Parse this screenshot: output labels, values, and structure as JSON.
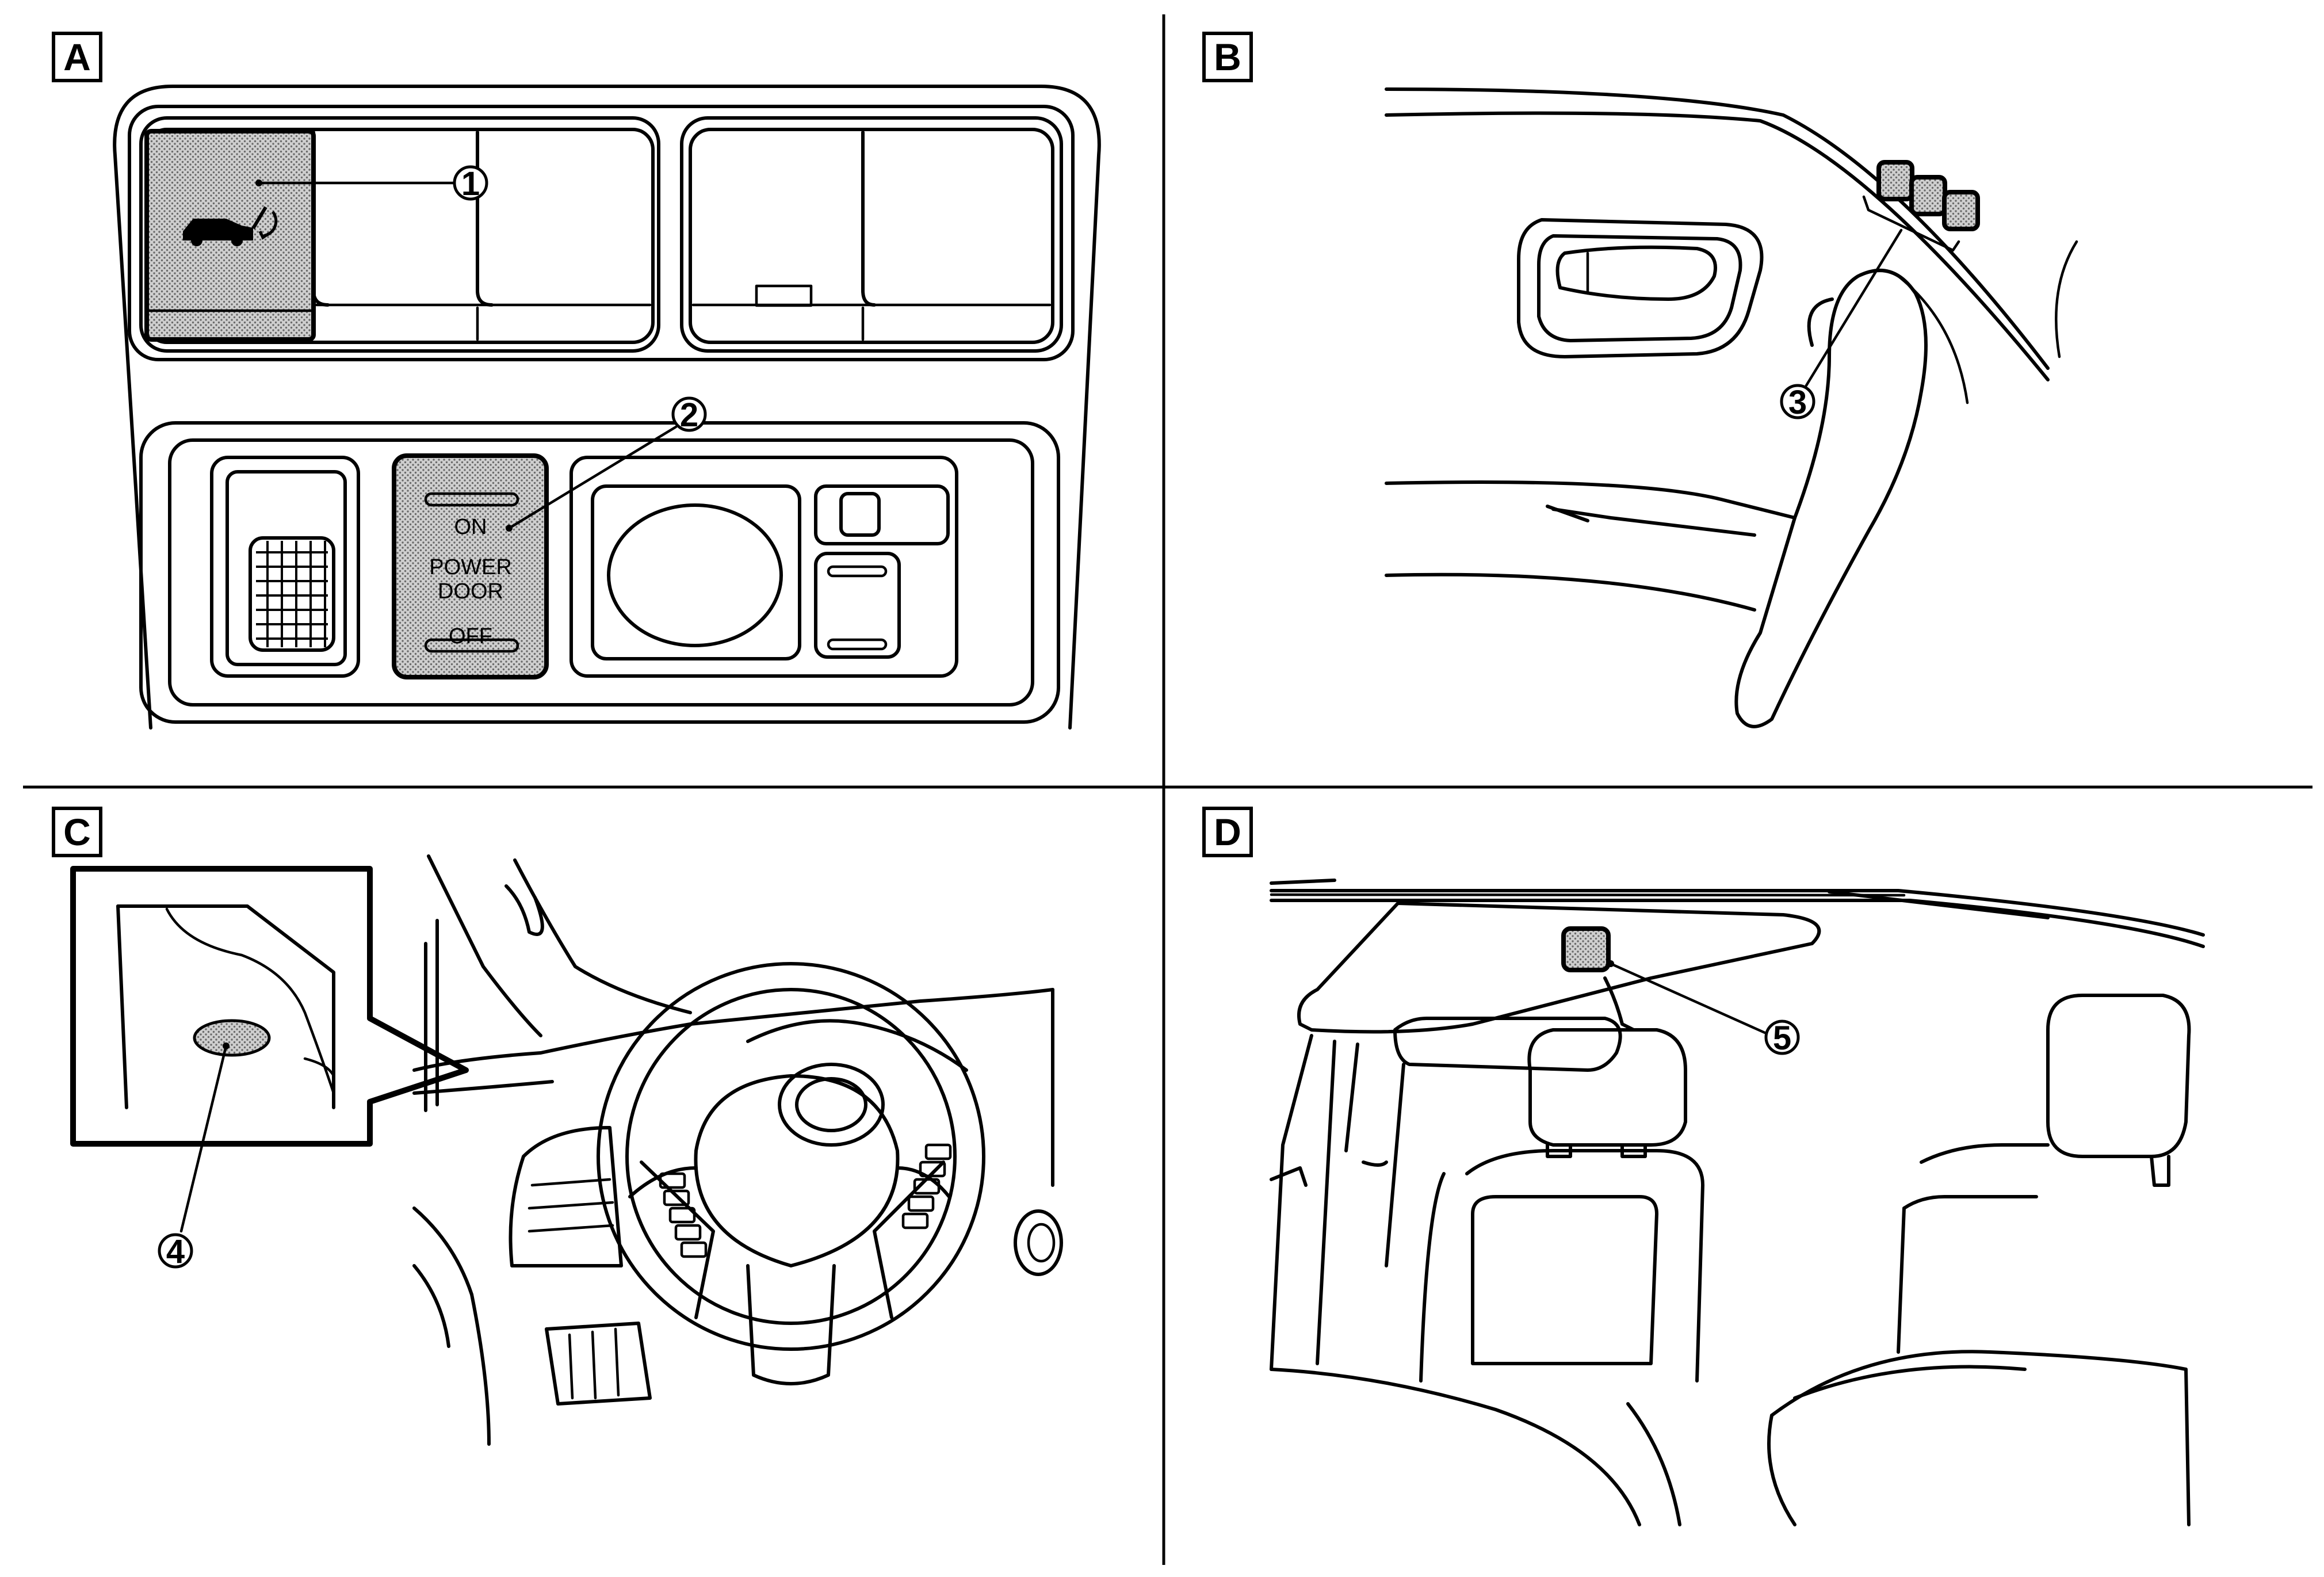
{
  "panels": {
    "a": {
      "label": "A"
    },
    "b": {
      "label": "B"
    },
    "c": {
      "label": "C"
    },
    "d": {
      "label": "D"
    }
  },
  "callouts": {
    "c1": "1",
    "c2": "2",
    "c3": "3",
    "c4": "4",
    "c5": "5"
  },
  "power_door_switch": {
    "on": "ON",
    "power": "POWER",
    "door": "DOOR",
    "off": "OFF"
  }
}
